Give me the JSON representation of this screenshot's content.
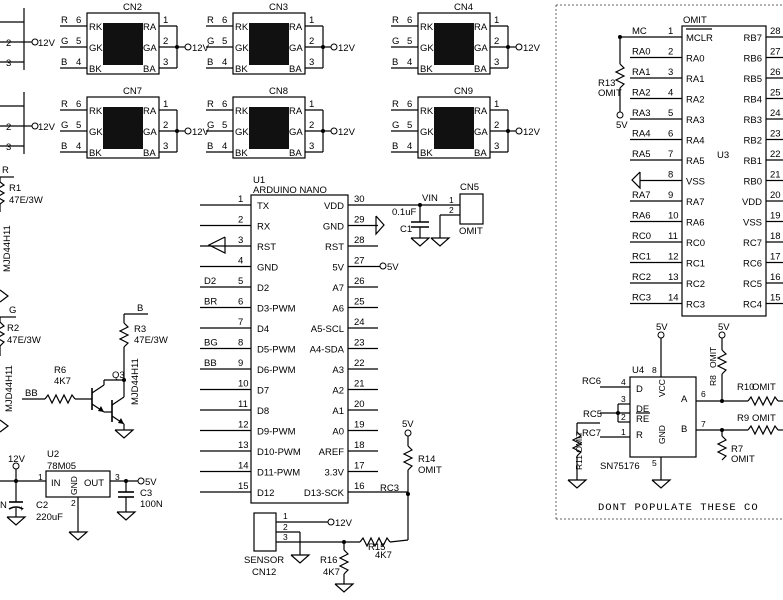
{
  "rgb_modules": [
    {
      "ref": "CN2",
      "pins": {
        "r": "6",
        "g": "5",
        "b": "4",
        "a1": "1",
        "a2": "2",
        "a3": "3"
      },
      "sig": {
        "r": "R",
        "g": "G",
        "b": "B"
      },
      "vcc": "12V"
    },
    {
      "ref": "CN3",
      "pins": {
        "r": "6",
        "g": "5",
        "b": "4",
        "a1": "1",
        "a2": "2",
        "a3": "3"
      },
      "sig": {
        "r": "R",
        "g": "G",
        "b": "B"
      },
      "vcc": "12V"
    },
    {
      "ref": "CN4",
      "pins": {
        "r": "6",
        "g": "5",
        "b": "4",
        "a1": "1",
        "a2": "2",
        "a3": "3"
      },
      "sig": {
        "r": "R",
        "g": "G",
        "b": "B"
      },
      "vcc": "12V"
    },
    {
      "ref": "CN7",
      "pins": {
        "r": "6",
        "g": "5",
        "b": "4",
        "a1": "1",
        "a2": "2",
        "a3": "3"
      },
      "sig": {
        "r": "R",
        "g": "G",
        "b": "B"
      },
      "vcc": "12V"
    },
    {
      "ref": "CN8",
      "pins": {
        "r": "6",
        "g": "5",
        "b": "4",
        "a1": "1",
        "a2": "2",
        "a3": "3"
      },
      "sig": {
        "r": "R",
        "g": "G",
        "b": "B"
      },
      "vcc": "12V"
    },
    {
      "ref": "CN9",
      "pins": {
        "r": "6",
        "g": "5",
        "b": "4",
        "a1": "1",
        "a2": "2",
        "a3": "3"
      },
      "sig": {
        "r": "R",
        "g": "G",
        "b": "B"
      },
      "vcc": "12V"
    }
  ],
  "module_pin_labels": {
    "rk": "RK",
    "gk": "GK",
    "bk": "BK",
    "ra": "RA",
    "ga": "GA",
    "ba": "BA"
  },
  "left_edge": {
    "top_pins": [
      "2",
      "3"
    ],
    "mid_pins": [
      "2",
      "3"
    ],
    "top_vcc": "12V",
    "mid_vcc": "12V",
    "r_label": "R",
    "g_label": "G",
    "r1": "R1",
    "r1_val": "47E/3W",
    "q1_part": "MJD44H11",
    "r2": "R2",
    "r2_val": "47E/3W",
    "q2_part": "MJD44H11",
    "r6": "R6",
    "r6_val": "4K7",
    "bb": "BB",
    "q3": "Q3",
    "q3_part": "MJD44H11",
    "r3": "R3",
    "r3_val": "47E/3W",
    "b_label": "B",
    "u2": "U2",
    "u2_part": "78M05",
    "u2_in": "IN",
    "u2_out": "OUT",
    "u2_gnd": "GND",
    "u2_p1": "1",
    "u2_p2": "2",
    "u2_p3": "3",
    "u2_vin": "12V",
    "u2_vout": "5V",
    "c2": "C2",
    "c2_val": "220uF",
    "c3": "C3",
    "c3_val": "100N",
    "c_left": "N"
  },
  "arduino": {
    "ref": "U1",
    "name": "ARDUINO NANO",
    "left_pins": [
      {
        "num": "1",
        "name": "TX",
        "net": ""
      },
      {
        "num": "2",
        "name": "RX",
        "net": ""
      },
      {
        "num": "3",
        "name": "RST",
        "net": ""
      },
      {
        "num": "4",
        "name": "GND",
        "net": ""
      },
      {
        "num": "5",
        "name": "D2",
        "net": "D2"
      },
      {
        "num": "6",
        "name": "D3-PWM",
        "net": "BR"
      },
      {
        "num": "7",
        "name": "D4",
        "net": ""
      },
      {
        "num": "8",
        "name": "D5-PWM",
        "net": "BG"
      },
      {
        "num": "9",
        "name": "D6-PWM",
        "net": "BB"
      },
      {
        "num": "10",
        "name": "D7",
        "net": ""
      },
      {
        "num": "11",
        "name": "D8",
        "net": ""
      },
      {
        "num": "12",
        "name": "D9-PWM",
        "net": ""
      },
      {
        "num": "13",
        "name": "D10-PWM",
        "net": ""
      },
      {
        "num": "14",
        "name": "D11-PWM",
        "net": ""
      },
      {
        "num": "15",
        "name": "D12",
        "net": ""
      }
    ],
    "right_pins": [
      {
        "num": "30",
        "name": "VDD"
      },
      {
        "num": "29",
        "name": "GND"
      },
      {
        "num": "28",
        "name": "RST"
      },
      {
        "num": "27",
        "name": "5V"
      },
      {
        "num": "26",
        "name": "A7"
      },
      {
        "num": "25",
        "name": "A6"
      },
      {
        "num": "24",
        "name": "A5-SCL"
      },
      {
        "num": "23",
        "name": "A4-SDA"
      },
      {
        "num": "22",
        "name": "A3"
      },
      {
        "num": "21",
        "name": "A2"
      },
      {
        "num": "20",
        "name": "A1"
      },
      {
        "num": "19",
        "name": "A0"
      },
      {
        "num": "18",
        "name": "AREF"
      },
      {
        "num": "17",
        "name": "3.3V"
      },
      {
        "num": "16",
        "name": "D13-SCK"
      }
    ],
    "vin": "VIN",
    "cn5": "CN5",
    "cn5_p1": "1",
    "cn5_p2": "2",
    "cn5_omit": "OMIT",
    "c1": "C1",
    "c1_val": "0.1uF",
    "p27_net": "5V",
    "p16_net": "RC3"
  },
  "sensor": {
    "r14": "R14",
    "r14_val": "OMIT",
    "r14_vcc": "5V",
    "r15": "R15",
    "r15_val": "4K7",
    "r16": "R16",
    "r16_val": "4K7",
    "conn_p1": "1",
    "conn_p2": "2",
    "conn_p3": "3",
    "conn_vcc": "12V",
    "name": "SENSOR",
    "ref": "CN12"
  },
  "omit_block": {
    "note": "DONT POPULATE THESE CO",
    "u3": {
      "ref": "U3",
      "omit": "OMIT",
      "left": [
        {
          "num": "1",
          "name": "MCLR",
          "net": "MC"
        },
        {
          "num": "2",
          "name": "RA0",
          "net": "RA0"
        },
        {
          "num": "3",
          "name": "RA1",
          "net": "RA1"
        },
        {
          "num": "4",
          "name": "RA2",
          "net": "RA2"
        },
        {
          "num": "5",
          "name": "RA3",
          "net": "RA3"
        },
        {
          "num": "6",
          "name": "RA4",
          "net": "RA4"
        },
        {
          "num": "7",
          "name": "RA5",
          "net": "RA5"
        },
        {
          "num": "8",
          "name": "VSS",
          "net": ""
        },
        {
          "num": "9",
          "name": "RA7",
          "net": "RA7"
        },
        {
          "num": "10",
          "name": "RA6",
          "net": "RA6"
        },
        {
          "num": "11",
          "name": "RC0",
          "net": "RC0"
        },
        {
          "num": "12",
          "name": "RC1",
          "net": "RC1"
        },
        {
          "num": "13",
          "name": "RC2",
          "net": "RC2"
        },
        {
          "num": "14",
          "name": "RC3",
          "net": "RC3"
        }
      ],
      "right": [
        {
          "num": "28",
          "name": "RB7"
        },
        {
          "num": "27",
          "name": "RB6"
        },
        {
          "num": "26",
          "name": "RB5"
        },
        {
          "num": "25",
          "name": "RB4"
        },
        {
          "num": "24",
          "name": "RB3"
        },
        {
          "num": "23",
          "name": "RB2"
        },
        {
          "num": "22",
          "name": "RB1"
        },
        {
          "num": "21",
          "name": "RB0"
        },
        {
          "num": "20",
          "name": "VDD"
        },
        {
          "num": "19",
          "name": "VSS"
        },
        {
          "num": "18",
          "name": "RC7"
        },
        {
          "num": "17",
          "name": "RC6"
        },
        {
          "num": "16",
          "name": "RC5"
        },
        {
          "num": "15",
          "name": "RC4"
        }
      ]
    },
    "r13": "R13",
    "r13_val": "OMIT",
    "r13_vcc": "5V",
    "u4": {
      "ref": "U4",
      "part": "SN75176",
      "d": "D",
      "de": "DE",
      "re": "RE",
      "r": "R",
      "a": "A",
      "b": "B",
      "vcc": "VCC",
      "gnd": "GND",
      "p1": "1",
      "p2": "2",
      "p3": "3",
      "p4": "4",
      "p5": "5",
      "p6": "6",
      "p7": "7",
      "p8": "8",
      "n_rc6": "RC6",
      "n_rc5": "RC5",
      "n_rc7": "RC7"
    },
    "vcc_a": "5V",
    "vcc_b": "5V",
    "r8": "R8",
    "r8_val": "OMIT",
    "r10": "R10",
    "r10_val": "OMIT",
    "r9": "R9",
    "r9_val": "OMIT",
    "r7": "R7",
    "r7_val": "OMIT",
    "r11": "R11",
    "r11_val": "OMIT"
  }
}
